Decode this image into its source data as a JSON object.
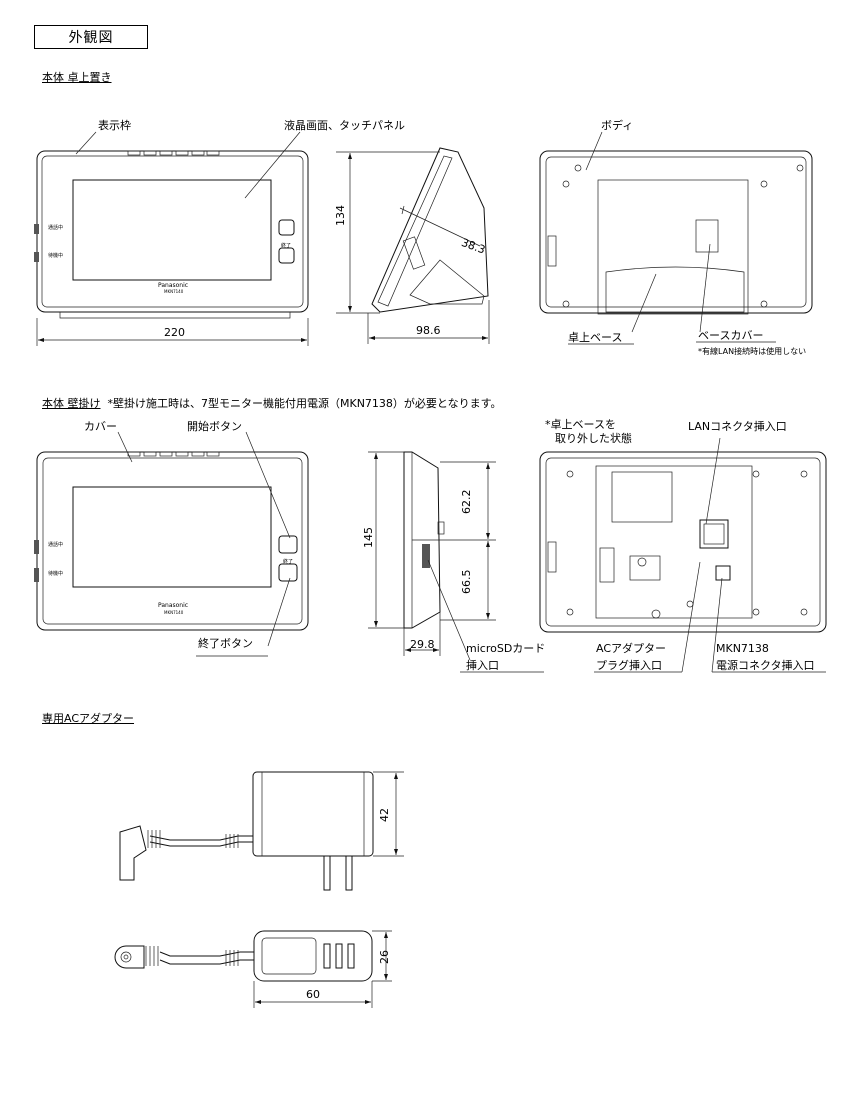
{
  "header": {
    "title": "外観図"
  },
  "section_desk": {
    "title": "本体  卓上置き",
    "labels": {
      "display_frame": "表示枠",
      "lcd": "液晶画面、タッチパネル",
      "body": "ボディ",
      "desk_base": "卓上ベース",
      "base_cover": "ベースカバー",
      "base_cover_note": "*有線LAN接続時は使用しない"
    },
    "dims": {
      "width": "220",
      "height": "134",
      "depth": "98.6",
      "angle": "38.3"
    }
  },
  "section_wall": {
    "title": "本体  壁掛け",
    "note": "*壁掛け施工時は、7型モニター機能付用電源（MKN7138）が必要となります。",
    "labels": {
      "cover": "カバー",
      "start_button": "開始ボタン",
      "end_button": "終了ボタン",
      "base_removed_line1": "*卓上ベースを",
      "base_removed_line2": "取り外した状態",
      "lan_port": "LANコネクタ挿入口",
      "microsd_line1": "microSDカード",
      "microsd_line2": "挿入口",
      "ac_plug_line1": "ACアダプター",
      "ac_plug_line2": "プラグ挿入口",
      "mkn_line1": "MKN7138",
      "mkn_line2": "電源コネクタ挿入口"
    },
    "dims": {
      "height": "145",
      "upper": "62.2",
      "lower": "66.5",
      "depth": "29.8"
    }
  },
  "section_adapter": {
    "title": "専用ACアダプター",
    "dims": {
      "height": "42",
      "thickness": "26",
      "width": "60"
    }
  },
  "device_text": {
    "brand": "Panasonic",
    "model": "MKN7140",
    "side_label_1": "通話中",
    "side_label_2": "待機中",
    "btn_end": "終了"
  }
}
